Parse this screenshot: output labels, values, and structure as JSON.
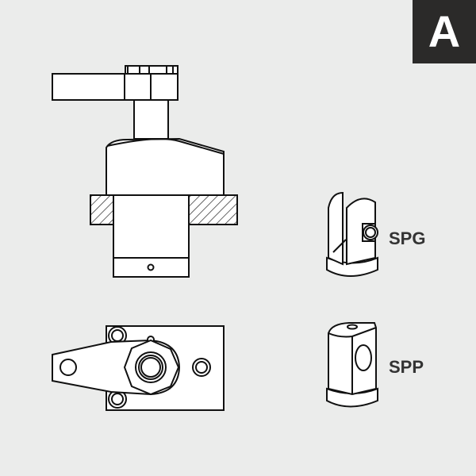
{
  "badge": {
    "letter": "A"
  },
  "labels": {
    "spg": "SPG",
    "spp": "SPP"
  },
  "colors": {
    "background": "#ebeceb",
    "badge": "#2b2a29",
    "line": "#111111"
  }
}
